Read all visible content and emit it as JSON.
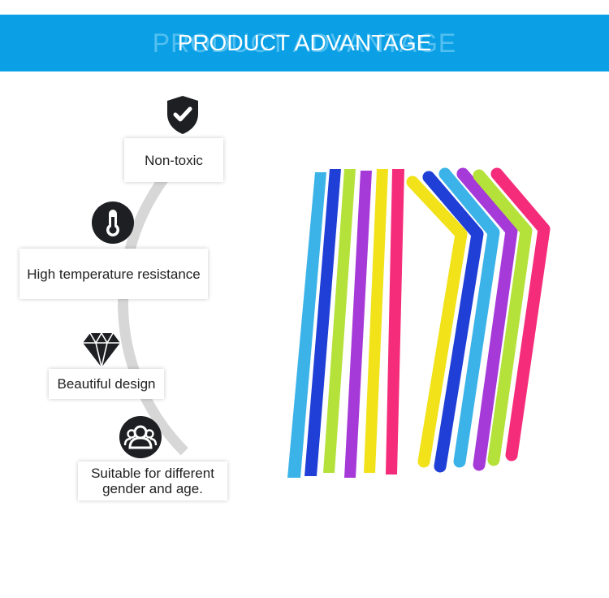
{
  "banner": {
    "title": "PRODUCT ADVANTAGE",
    "title_shadow": "PRODUCT ADVANTAGE",
    "background": "#0ba0e6"
  },
  "features": [
    {
      "icon": "shield-check-icon",
      "label": "Non-toxic"
    },
    {
      "icon": "thermometer-icon",
      "label": "High temperature resistance"
    },
    {
      "icon": "diamond-icon",
      "label": "Beautiful design"
    },
    {
      "icon": "users-icon",
      "label": "Suitable for different gender and age."
    }
  ],
  "product": {
    "image": "colorful-silicone-straws",
    "straw_colors": [
      "#3bb3e8",
      "#1f3fd6",
      "#b5e23a",
      "#a63ad8",
      "#f2e21a",
      "#f52c7a"
    ]
  }
}
